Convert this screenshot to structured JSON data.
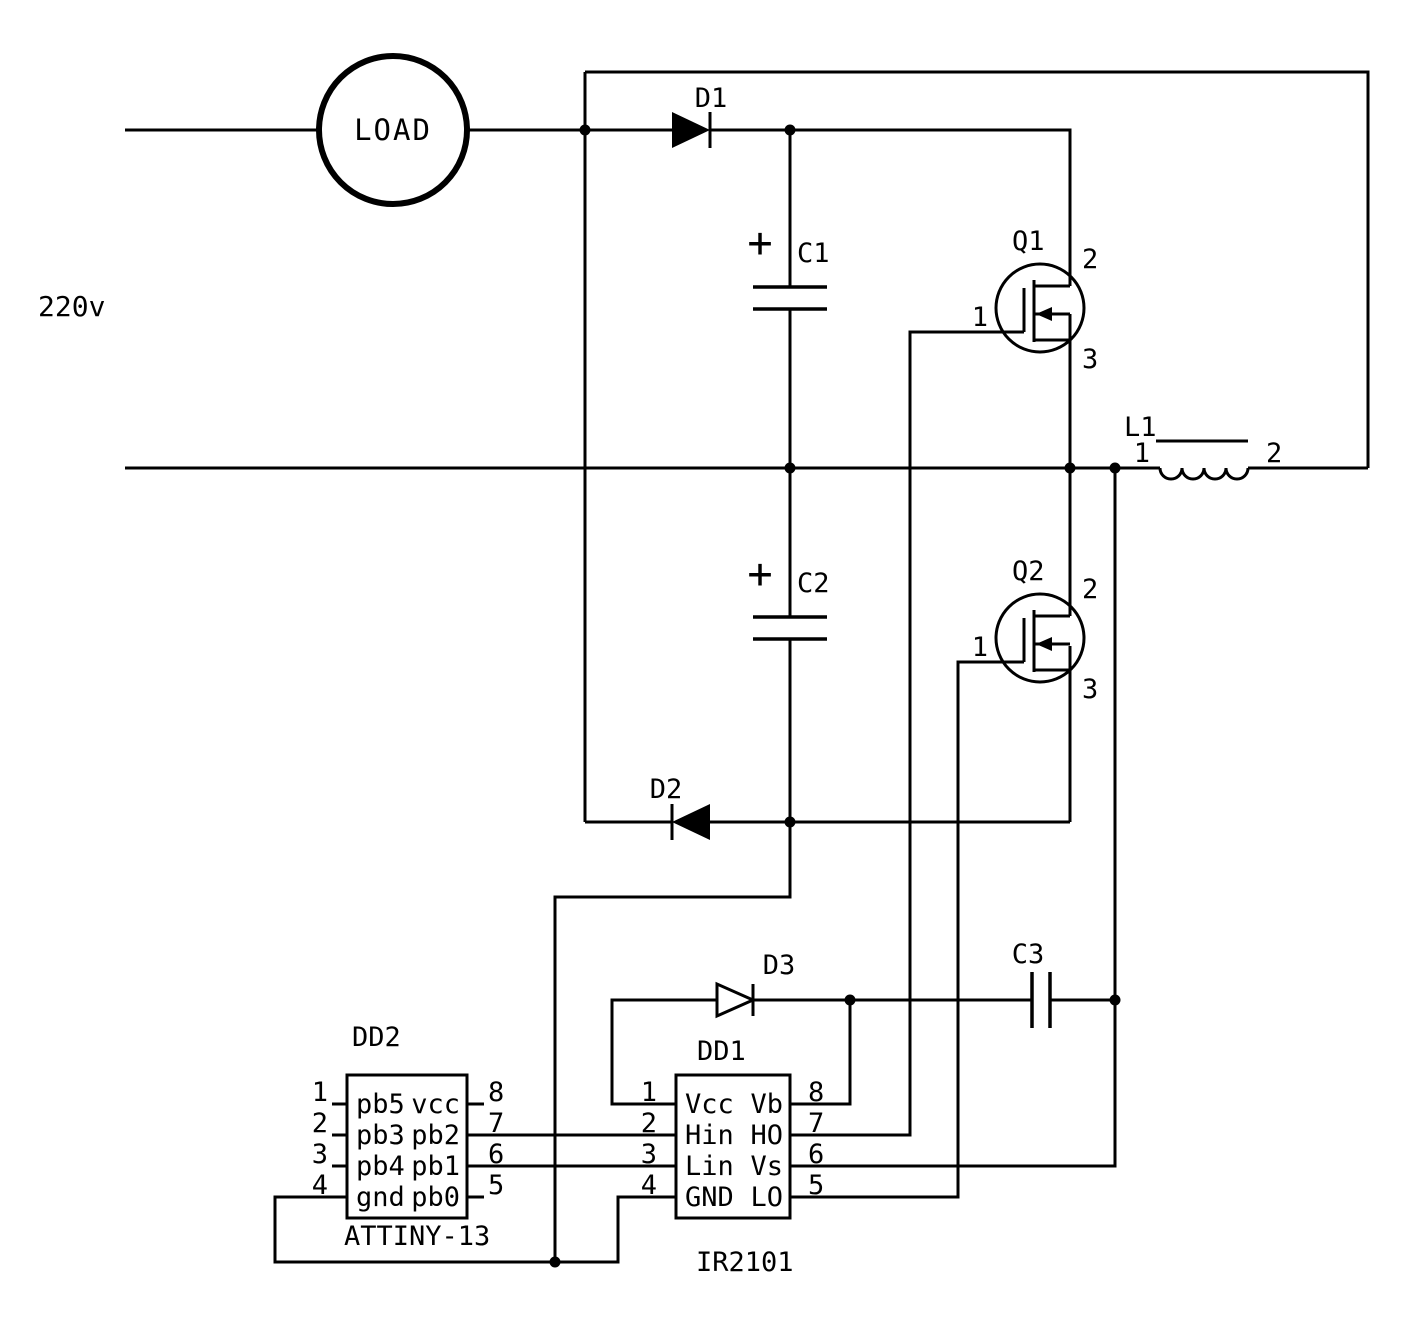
{
  "schematic": {
    "supply_label": "220v",
    "load_label": "LOAD"
  },
  "diodes": {
    "d1": "D1",
    "d2": "D2",
    "d3": "D3"
  },
  "capacitors": {
    "c1": "C1",
    "c2": "C2",
    "c3": "C3",
    "polarity_plus": "+"
  },
  "mosfets": {
    "q1": {
      "ref": "Q1",
      "gate": "1",
      "drain": "2",
      "source": "3"
    },
    "q2": {
      "ref": "Q2",
      "gate": "1",
      "drain": "2",
      "source": "3"
    }
  },
  "inductor": {
    "ref": "L1",
    "pin1": "1",
    "pin2": "2"
  },
  "ics": {
    "dd2": {
      "ref": "DD2",
      "part": "ATTINY-13",
      "rows": [
        {
          "lnum": "1",
          "lname": "pb5",
          "rname": "vcc",
          "rnum": "8"
        },
        {
          "lnum": "2",
          "lname": "pb3",
          "rname": "pb2",
          "rnum": "7"
        },
        {
          "lnum": "3",
          "lname": "pb4",
          "rname": "pb1",
          "rnum": "6"
        },
        {
          "lnum": "4",
          "lname": "gnd",
          "rname": "pb0",
          "rnum": "5"
        }
      ]
    },
    "dd1": {
      "ref": "DD1",
      "part": "IR2101",
      "rows": [
        {
          "lnum": "1",
          "lname": "Vcc",
          "rname": "Vb",
          "rnum": "8"
        },
        {
          "lnum": "2",
          "lname": "Hin",
          "rname": "HO",
          "rnum": "7"
        },
        {
          "lnum": "3",
          "lname": "Lin",
          "rname": "Vs",
          "rnum": "6"
        },
        {
          "lnum": "4",
          "lname": "GND",
          "rname": "LO",
          "rnum": "5"
        }
      ]
    }
  },
  "colors": {
    "ink": "#000000",
    "background": "#ffffff"
  }
}
